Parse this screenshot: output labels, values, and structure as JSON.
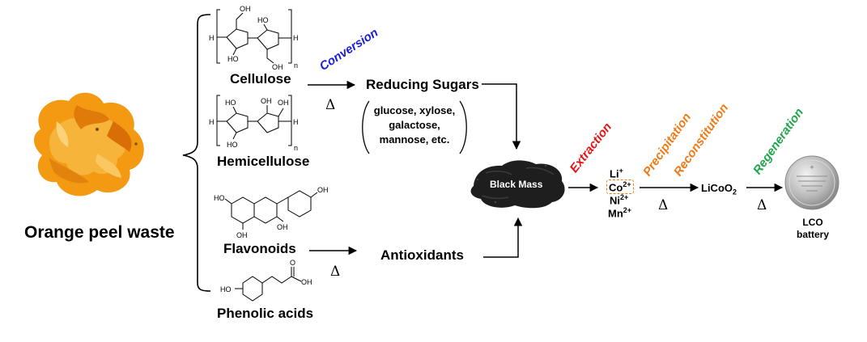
{
  "source": {
    "label": "Orange peel waste"
  },
  "components": {
    "cellulose": "Cellulose",
    "hemicellulose": "Hemicellulose",
    "flavonoids": "Flavonoids",
    "phenolic": "Phenolic acids"
  },
  "subscript_n": "n",
  "chem_labels": {
    "H": "H",
    "OH": "OH",
    "HO": "HO",
    "O": "O"
  },
  "conversion": "Conversion",
  "delta": "Δ",
  "products": {
    "reducing_sugars": "Reducing Sugars",
    "sugar_list": [
      "glucose, xylose,",
      "galactose,",
      "mannose, etc."
    ],
    "antioxidants": "Antioxidants"
  },
  "black_mass": "Black Mass",
  "steps": {
    "extraction": "Extraction",
    "precipitation": "Precipitation",
    "reconstitution": "Reconstitution",
    "regeneration": "Regeneration"
  },
  "ions": {
    "li": {
      "symbol": "Li",
      "charge": "+"
    },
    "co": {
      "symbol": "Co",
      "charge": "2+"
    },
    "ni": {
      "symbol": "Ni",
      "charge": "2+"
    },
    "mn": {
      "symbol": "Mn",
      "charge": "2+"
    }
  },
  "licoo2": {
    "main": "LiCoO",
    "sub": "2"
  },
  "battery": {
    "line1": "LCO",
    "line2": "battery"
  },
  "colors": {
    "conversion": "#1c1cd8",
    "extraction": "#e31414",
    "precipitation": "#f07a16",
    "reconstitution": "#f07a16",
    "regeneration": "#22a64a",
    "orange": "#f39a12",
    "black_mass": "#1e1e1e"
  }
}
